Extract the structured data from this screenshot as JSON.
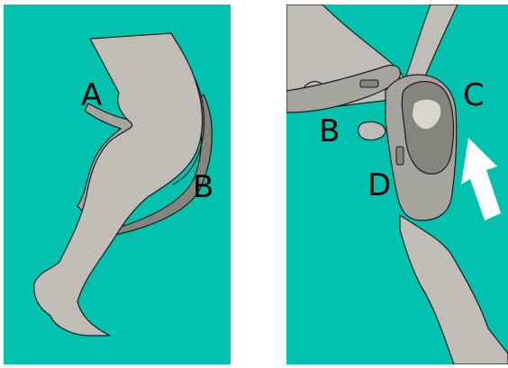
{
  "colors": {
    "background": "#00c2ae",
    "limb": "#bfbdb5",
    "brace_shell": "#a5a59e",
    "brace_dark": "#85857d",
    "cap_highlight": "#d8d6cf",
    "arrow": "#ffffff",
    "outline": "#1a1a1a"
  },
  "left_panel": {
    "labels": {
      "a": "A",
      "b": "B"
    }
  },
  "right_panel": {
    "labels": {
      "b": "B",
      "c": "C",
      "d": "D"
    },
    "arrow_icon": "up-left-arrow"
  }
}
